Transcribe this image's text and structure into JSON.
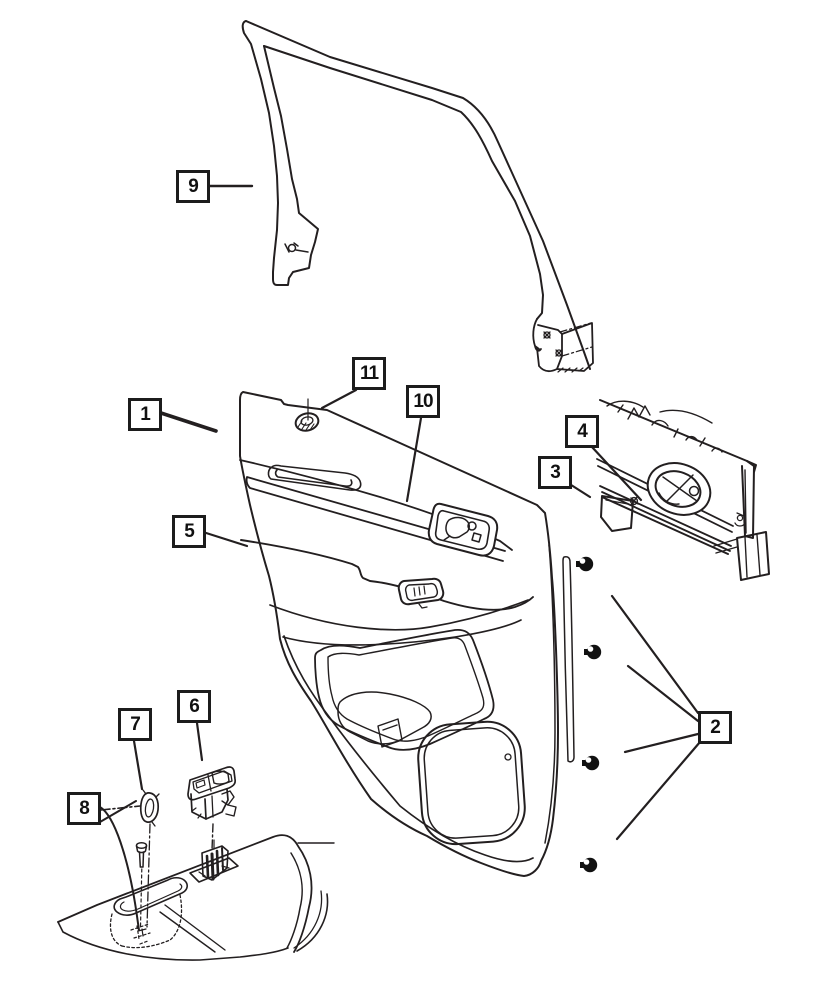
{
  "diagram": {
    "description": "Rear door trim panel exploded parts diagram",
    "background_color": "#ffffff",
    "line_color": "#231f20",
    "fastener_color": "#111111",
    "callouts": [
      {
        "id": 1,
        "label": "1"
      },
      {
        "id": 2,
        "label": "2"
      },
      {
        "id": 3,
        "label": "3"
      },
      {
        "id": 4,
        "label": "4"
      },
      {
        "id": 5,
        "label": "5"
      },
      {
        "id": 6,
        "label": "6"
      },
      {
        "id": 7,
        "label": "7"
      },
      {
        "id": 8,
        "label": "8"
      },
      {
        "id": 9,
        "label": "9"
      },
      {
        "id": 10,
        "label": "10"
      },
      {
        "id": 11,
        "label": "11"
      }
    ]
  }
}
